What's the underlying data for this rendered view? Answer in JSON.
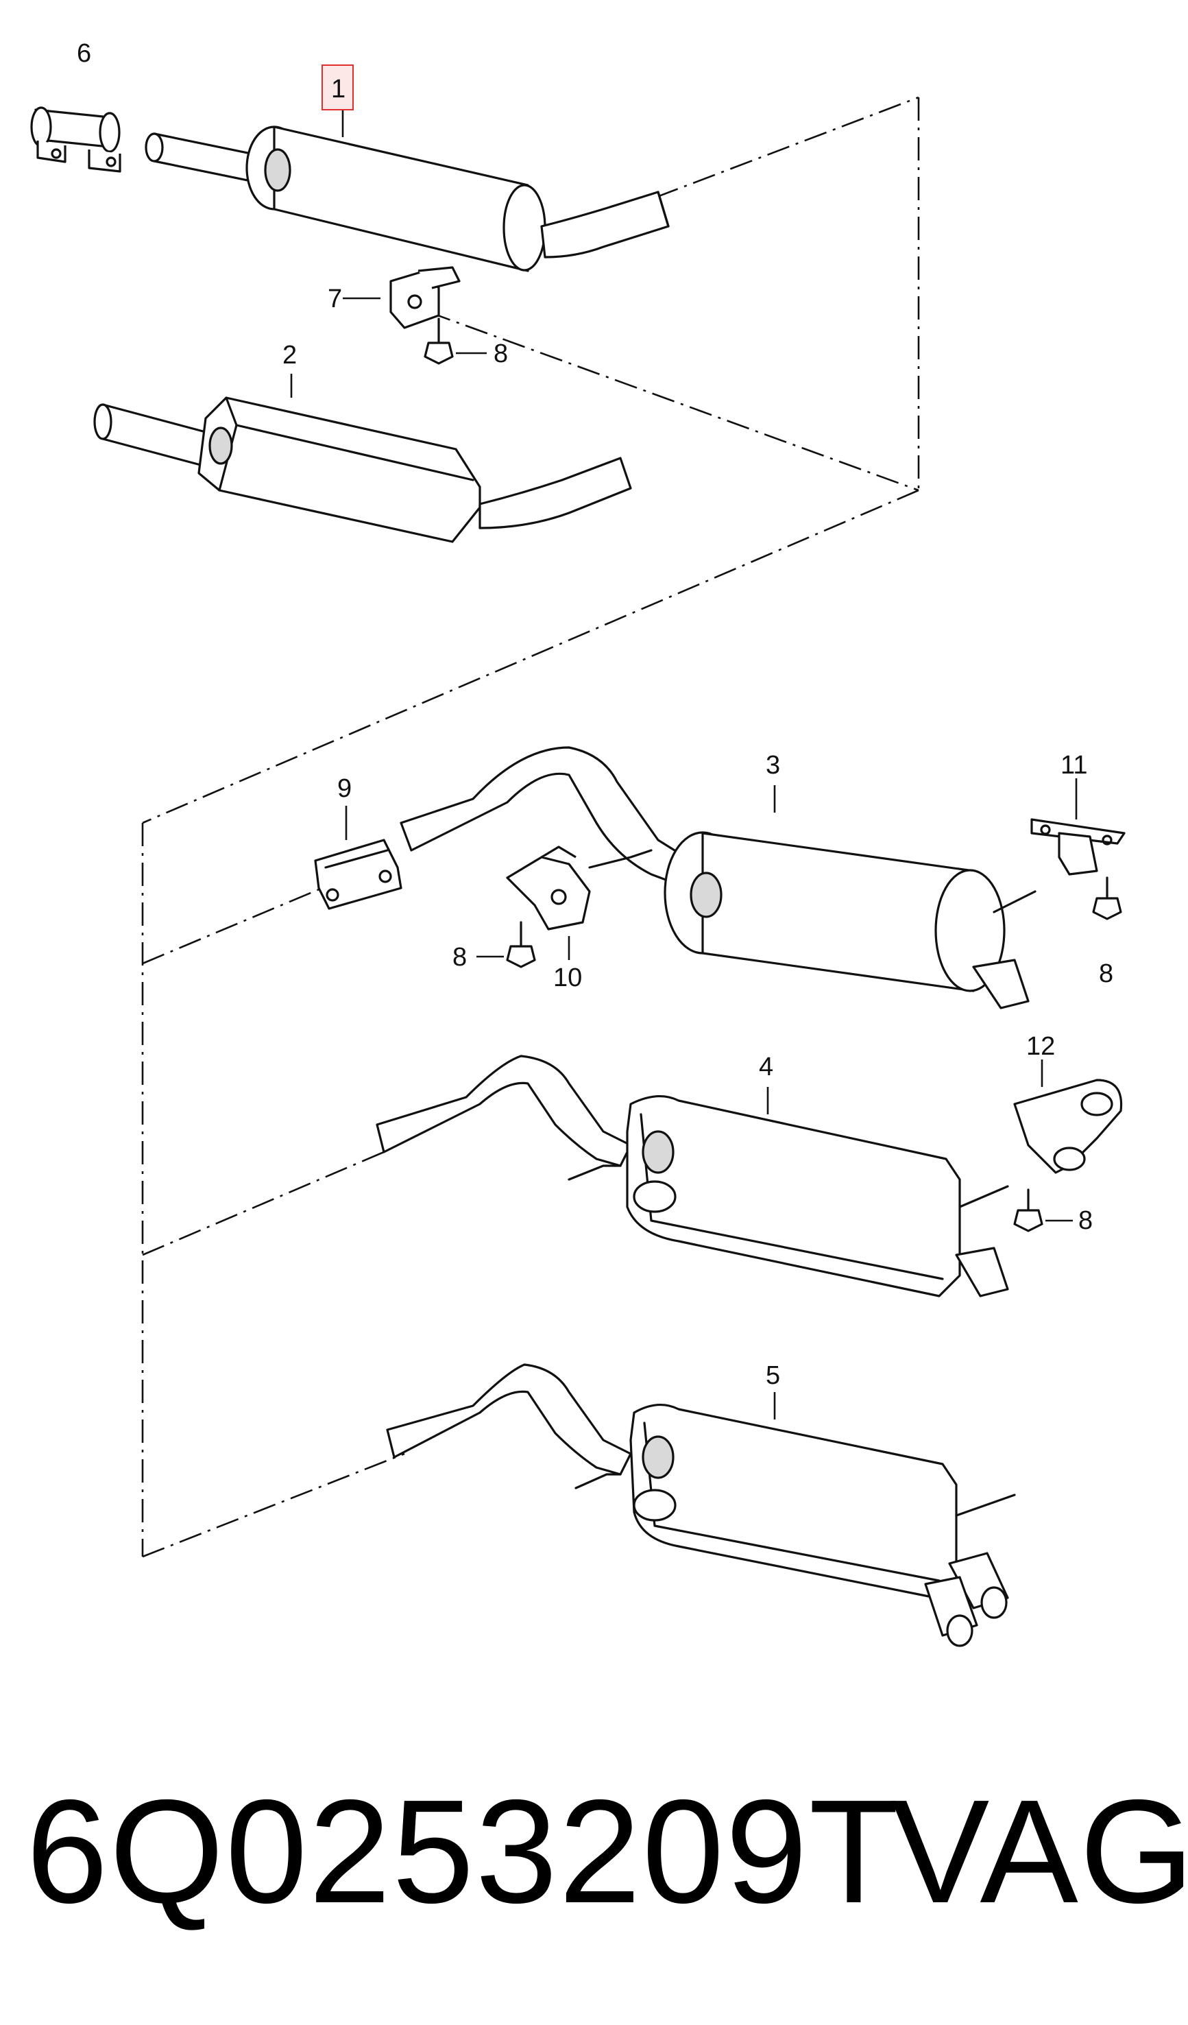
{
  "diagram": {
    "labels": {
      "p1": "1",
      "p2": "2",
      "p3": "3",
      "p4": "4",
      "p5": "5",
      "p6": "6",
      "p7": "7",
      "p8a": "8",
      "p8b": "8",
      "p8c": "8",
      "p8d": "8",
      "p9": "9",
      "p10": "10",
      "p11": "11",
      "p12": "12"
    },
    "highlight_color": "#e0302f"
  },
  "footer": {
    "part_number": "6Q0253209T",
    "brand": "VAG"
  }
}
